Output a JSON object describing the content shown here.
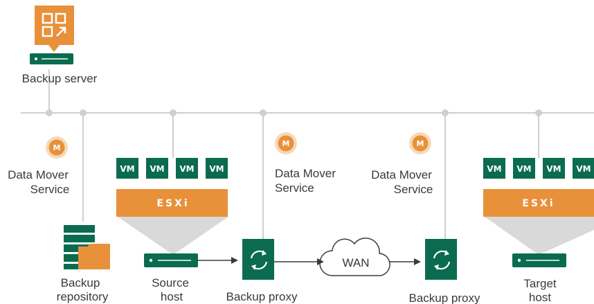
{
  "colors": {
    "network": "#cfcfcf",
    "green": "#0b6b4f",
    "orange": "#e8913a",
    "triangle": "#d9d9d9",
    "text": "#3a3a3a"
  },
  "backup_server": {
    "label": "Backup server"
  },
  "data_mover": {
    "label_line1": "Data Mover",
    "label_line2": "Service",
    "icon_letter": "M"
  },
  "source_host": {
    "vms": [
      "VM",
      "VM",
      "VM",
      "VM"
    ],
    "hypervisor": "ESXi",
    "label_line1": "Source",
    "label_line2": "host"
  },
  "target_host": {
    "vms": [
      "VM",
      "VM",
      "VM",
      "VM"
    ],
    "hypervisor": "ESXi",
    "label_line1": "Target",
    "label_line2": "host"
  },
  "repository": {
    "label_line1": "Backup",
    "label_line2": "repository"
  },
  "proxy_source": {
    "label": "Backup proxy"
  },
  "proxy_target": {
    "label": "Backup proxy"
  },
  "wan": {
    "label": "WAN"
  }
}
